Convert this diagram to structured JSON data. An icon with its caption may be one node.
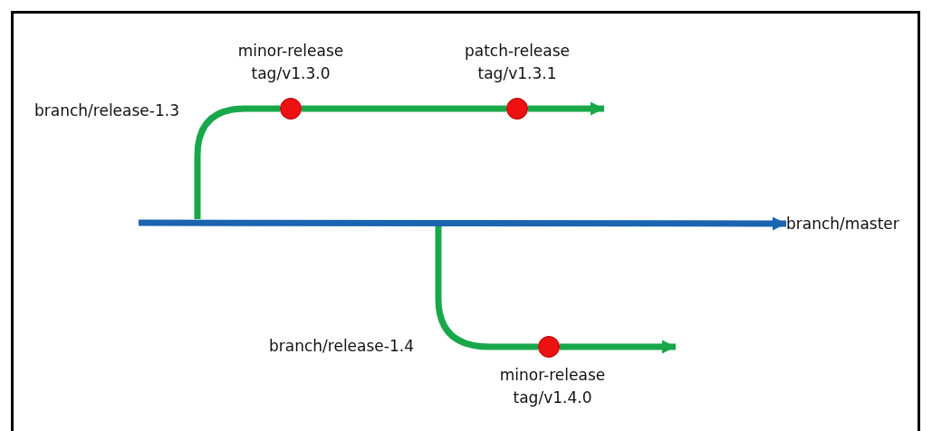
{
  "diagram": {
    "nodes": [
      {
        "text": [],
        "shape": "circle",
        "beside": [
          "minor-release tag/v1.3.0"
        ]
      },
      {
        "text": [],
        "shape": "circle",
        "beside": [
          "patch-release tag/v1.3.1"
        ]
      },
      {
        "text": [
          "branch/master"
        ]
      },
      {
        "text": [],
        "shape": "circle",
        "beside": [
          "minor-release tag/v1.4.0"
        ]
      }
    ],
    "edges": [
      {
        "from": null,
        "to": 2,
        "arrow": "to",
        "color": "#1a64b0"
      },
      {
        "from": null,
        "to": 0,
        "arrow": "none"
      },
      {
        "from": 0,
        "to": 1,
        "arrow": "none"
      },
      {
        "from": 1,
        "to": null,
        "arrow": "to"
      },
      {
        "from": null,
        "to": 3,
        "arrow": "none"
      },
      {
        "from": 3,
        "to": null,
        "arrow": "to"
      }
    ],
    "labels": [
      "branch/release-1.3",
      "branch/release-1.4"
    ]
  }
}
